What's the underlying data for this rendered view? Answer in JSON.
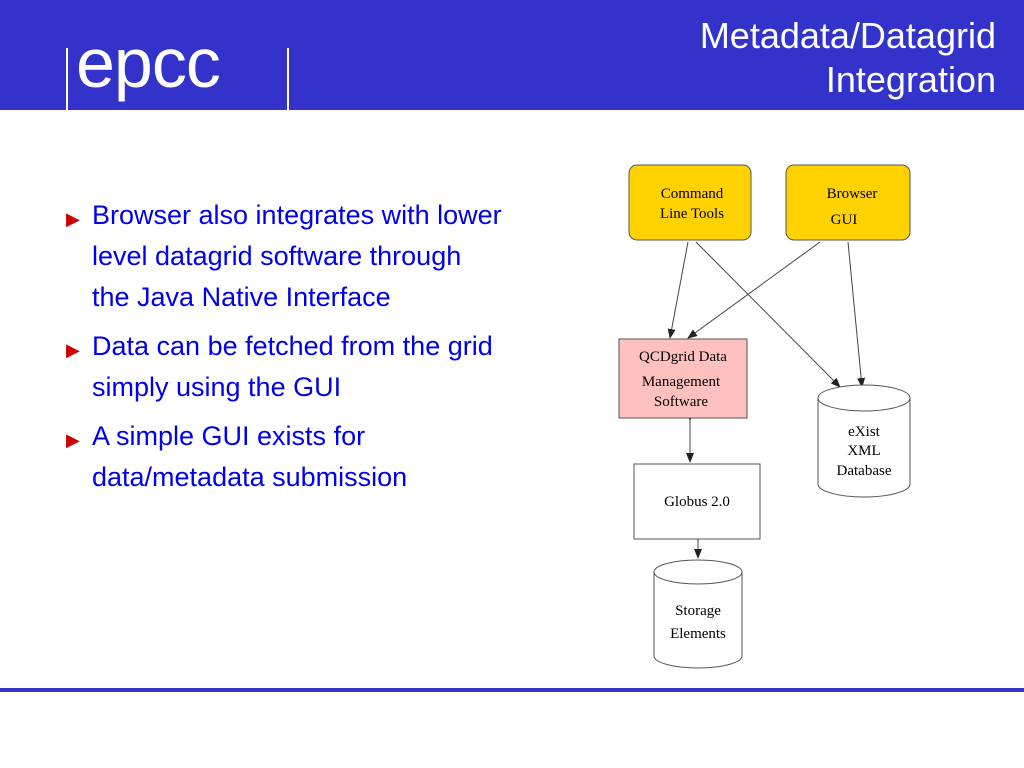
{
  "header": {
    "logo": "epcc",
    "title_line1": "Metadata/Datagrid",
    "title_line2": "Integration"
  },
  "bullets": [
    "Browser also integrates with lower level datagrid software through the Java Native Interface",
    "Data can be fetched from the grid simply using the GUI",
    "A simple GUI exists for data/metadata submission"
  ],
  "diagram": {
    "command_line_tools": [
      "Command",
      "Line Tools"
    ],
    "browser_gui": [
      "Browser",
      "GUI"
    ],
    "qcdgrid": [
      "QCDgrid Data",
      "Management",
      "Software"
    ],
    "exist_db": [
      "eXist",
      "XML",
      "Database"
    ],
    "globus": "Globus 2.0",
    "storage": [
      "Storage",
      "Elements"
    ]
  },
  "colors": {
    "header_blue": "#3333cc",
    "bullet_text": "#0000ee",
    "bullet_marker": "#cc0000",
    "tool_box": "#ffd200",
    "qcdgrid_box": "#ffc0c0"
  }
}
